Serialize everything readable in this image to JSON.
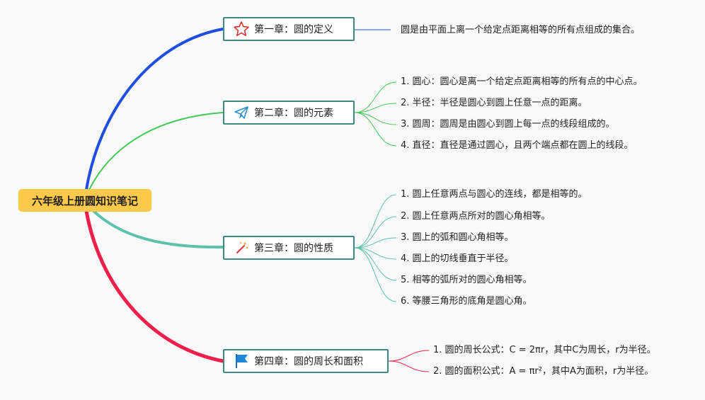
{
  "root": {
    "label": "六年级上册圆知识笔记"
  },
  "chapters": [
    {
      "label": "第一章：圆的定义",
      "icon": "star-icon",
      "color": "#1f4fe0",
      "items": [
        "圆是由平面上离一个给定点距离相等的所有点组成的集合。"
      ]
    },
    {
      "label": "第二章：圆的元素",
      "icon": "paper-plane-icon",
      "color": "#45c957",
      "items": [
        "1. 圆心：圆心是离一个给定点距离相等的所有点的中心点。",
        "2. 半径：半径是圆心到圆上任意一点的距离。",
        "3. 圆周：圆周是由圆心到圆上每一点的线段组成的。",
        "4. 直径：直径是通过圆心，且两个端点都在圆上的线段。"
      ]
    },
    {
      "label": "第三章：圆的性质",
      "icon": "magic-wand-icon",
      "color": "#5cc1ad",
      "items": [
        "1. 圆上任意两点与圆心的连线，都是相等的。",
        "2. 圆上任意两点所对的圆心角相等。",
        "3. 圆上的弧和圆心角相等。",
        "4. 圆上的切线垂直于半径。",
        "5. 相等的弧所对的圆心角相等。",
        "6. 等腰三角形的底角是圆心角。"
      ]
    },
    {
      "label": "第四章：圆的周长和面积",
      "icon": "flag-icon",
      "color": "#ee1f4a",
      "items": [
        "1. 圆的周长公式：C = 2πr，其中C为周长，r为半径。",
        "2. 圆的面积公式：A = πr²，其中A为面积，r为半径。"
      ]
    }
  ]
}
